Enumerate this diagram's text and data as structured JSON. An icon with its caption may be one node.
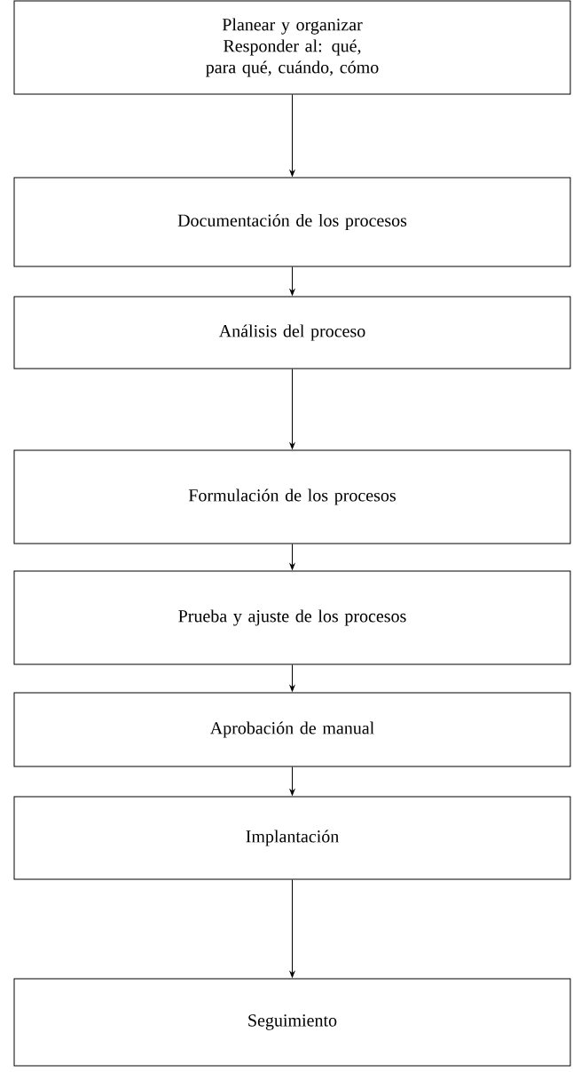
{
  "diagram": {
    "nodes": [
      {
        "text": [
          "Planear y organizar",
          "Responder al: qué, para qué, cuándo, cómo"
        ]
      },
      {
        "text": [
          "Documentación de los procesos"
        ]
      },
      {
        "text": [
          "Análisis del proceso"
        ]
      },
      {
        "text": [
          "Formulación de los procesos"
        ]
      },
      {
        "text": [
          "Prueba y ajuste de los procesos"
        ]
      },
      {
        "text": [
          "Aprobación de manual"
        ]
      },
      {
        "text": [
          "Implantación"
        ]
      },
      {
        "text": [
          "Seguimiento"
        ]
      }
    ],
    "edges": [
      {
        "from": 0,
        "to": 1,
        "arrow": "to"
      },
      {
        "from": 1,
        "to": 2,
        "arrow": "to"
      },
      {
        "from": 2,
        "to": 3,
        "arrow": "to"
      },
      {
        "from": 3,
        "to": 4,
        "arrow": "to"
      },
      {
        "from": 4,
        "to": 5,
        "arrow": "to"
      },
      {
        "from": 5,
        "to": 6,
        "arrow": "to"
      },
      {
        "from": 6,
        "to": 7,
        "arrow": "to"
      }
    ]
  }
}
